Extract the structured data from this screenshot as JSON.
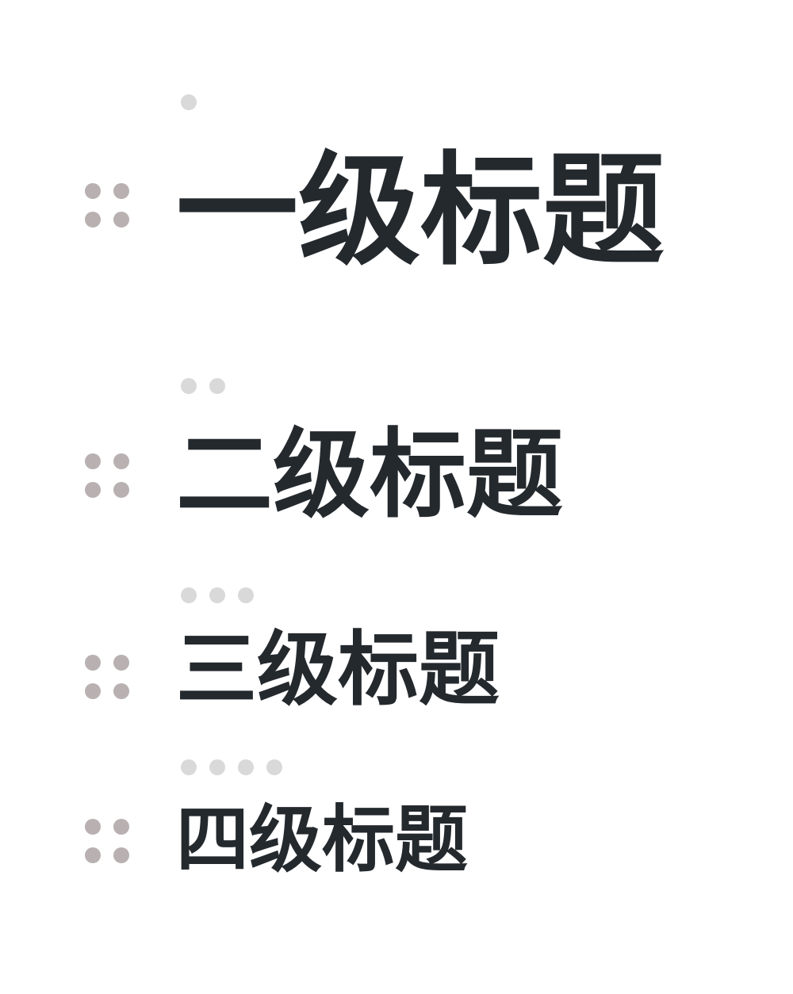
{
  "headings": [
    {
      "level": 1,
      "text": "一级标题"
    },
    {
      "level": 2,
      "text": "二级标题"
    },
    {
      "level": 3,
      "text": "三级标题"
    },
    {
      "level": 4,
      "text": "四级标题"
    }
  ],
  "colors": {
    "text": "#24292e",
    "level_dot": "#d9d9d9",
    "handle_dot": "#b9b1b1"
  }
}
